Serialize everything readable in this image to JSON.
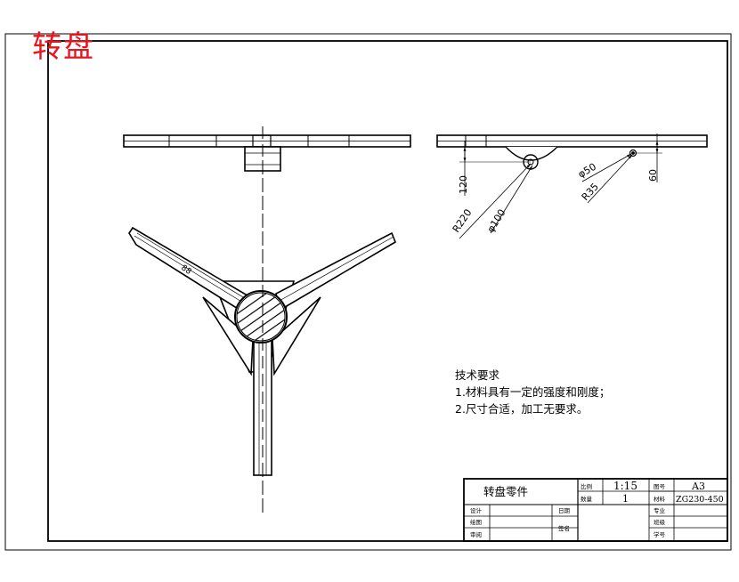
{
  "drawing": {
    "big_title": "转盘",
    "tech_requirements": {
      "heading": "技术要求",
      "items": [
        "1.材料具有一定的强度和刚度；",
        "2.尺寸合适，加工无要求。"
      ]
    },
    "dimensions": {
      "r220": "R220",
      "d100": "φ100",
      "h120": "120",
      "d50": "φ50",
      "r35": "R35",
      "h60": "60"
    },
    "arm_mark": "88"
  },
  "title_block": {
    "part_name": "转盘零件",
    "scale_label": "比例",
    "scale_value": "1:15",
    "quantity_label": "数量",
    "quantity_value": "1",
    "sheet_label": "图号",
    "sheet_value": "A3",
    "material_label": "材料",
    "material_value": "ZG230-450",
    "design_label": "设计",
    "drawn_label": "绘图",
    "review_label": "审阅",
    "date_label": "日期",
    "sign_label": "签名",
    "major_label": "专业",
    "class_label": "班级",
    "id_label": "学号"
  },
  "colors": {
    "title_red": "#e8141e",
    "line": "#000000"
  }
}
